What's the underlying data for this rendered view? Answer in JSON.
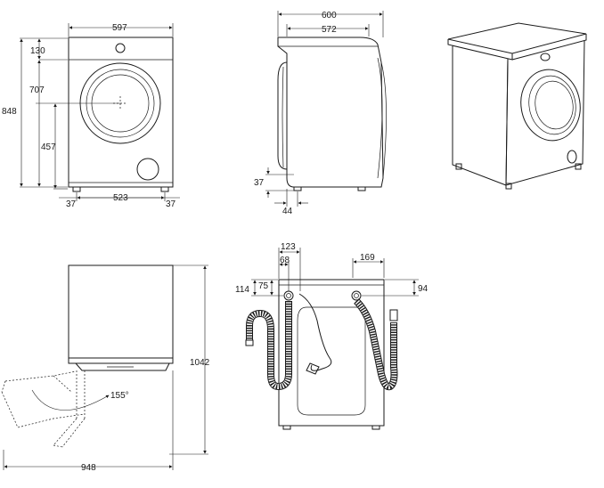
{
  "front_view": {
    "width": "597",
    "top_offset": "130",
    "door_center_height": "707",
    "total_height": "848",
    "door_bottom_height": "457",
    "foot_span": "523",
    "left_foot_offset": "37",
    "right_foot_offset": "37"
  },
  "side_view": {
    "total_depth": "600",
    "body_depth": "572",
    "foot_height": "37",
    "foot_inset": "44"
  },
  "open_door_view": {
    "total_height": "1042",
    "opening_angle": "155°",
    "total_depth": "948"
  },
  "rear_view": {
    "drain_offset": "123",
    "drain_inner_offset": "68",
    "inlet_offset": "169",
    "drain_top_offset": "114",
    "drain_height": "75",
    "inlet_height": "94"
  }
}
